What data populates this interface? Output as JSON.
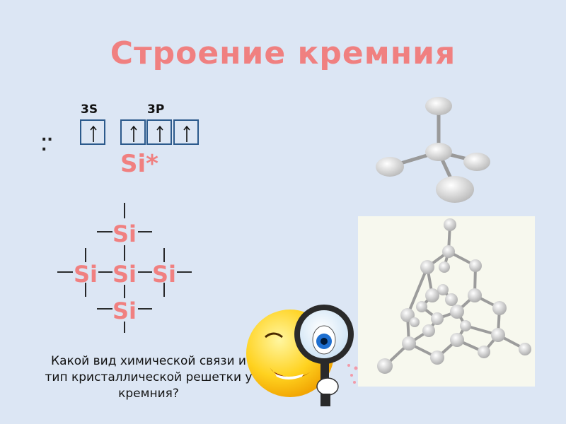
{
  "slide": {
    "title": "Строение кремния",
    "orbital_3s_label": "3S",
    "orbital_3s_sup": "1",
    "orbital_3p_label": "3P",
    "orbital_3p_sup": "3",
    "dots": "..\n.",
    "si_star": "Si*",
    "structure_atoms": [
      "Si",
      "Si",
      "Si",
      "Si",
      "Si"
    ],
    "question": "Какой вид химической связи и тип кристаллической решетки у кремния?"
  },
  "colors": {
    "background": "#dce6f4",
    "accent": "#f08080",
    "box_border": "#2c5a8c"
  },
  "icons": [
    "tetrahedral-molecule-icon",
    "diamond-lattice-image",
    "smiley-magnifier-icon",
    "up-arrow-icon"
  ]
}
